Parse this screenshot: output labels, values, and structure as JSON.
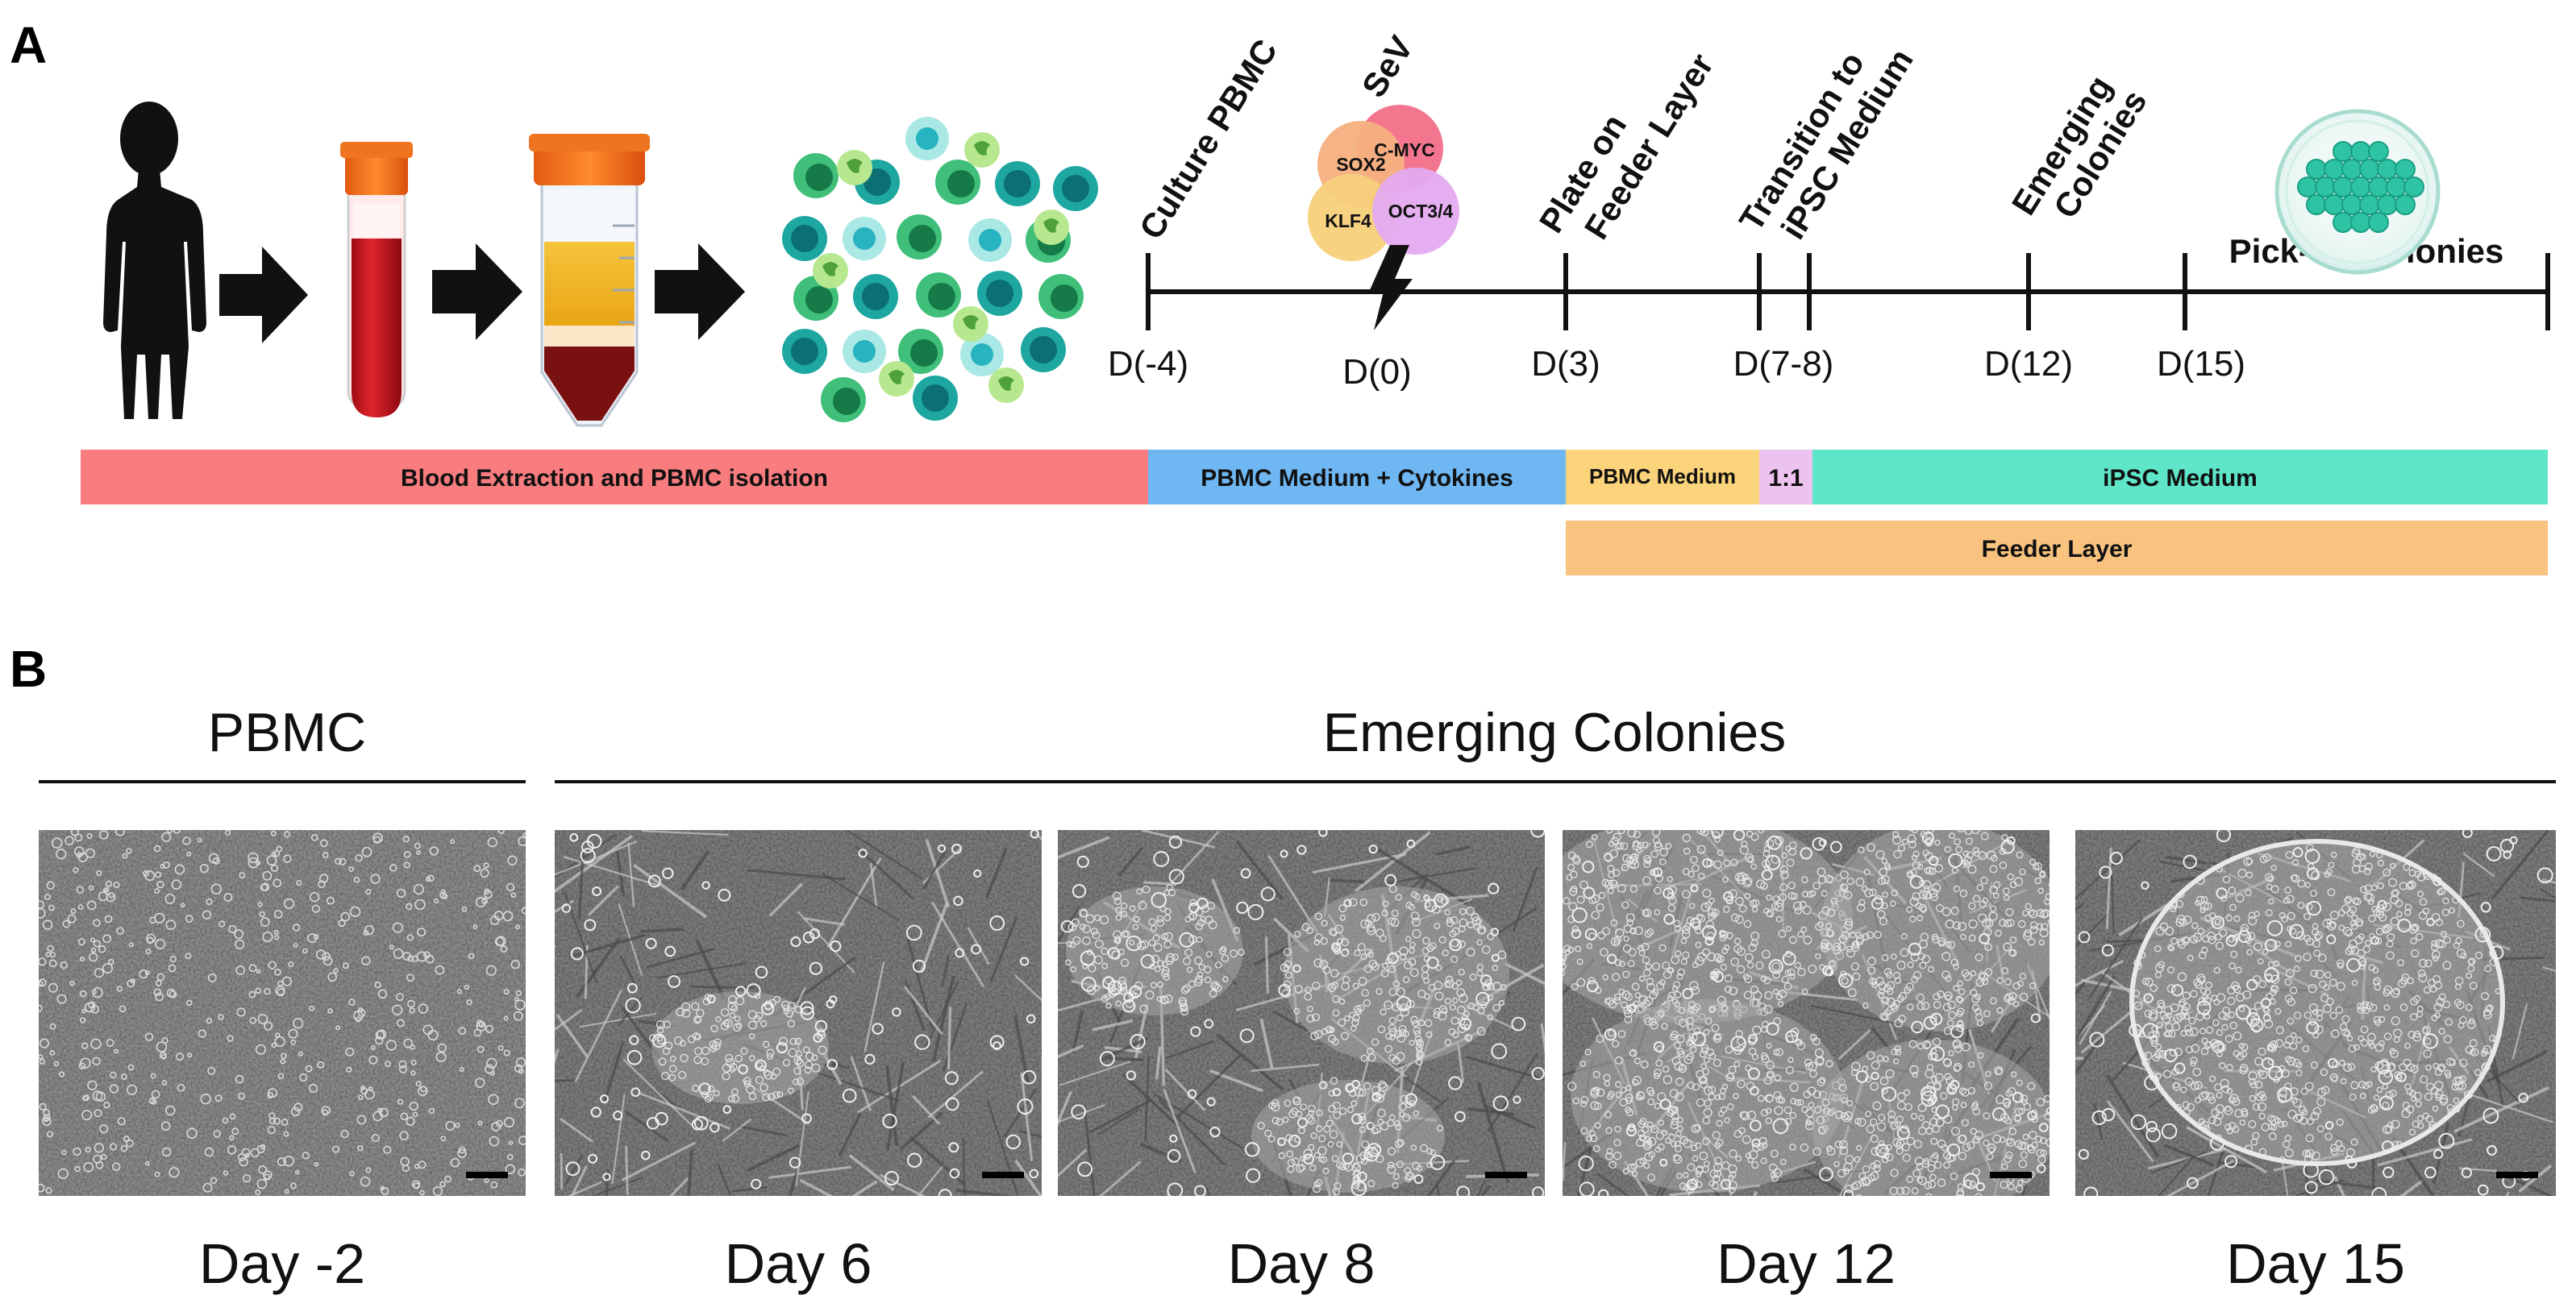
{
  "panel_a": {
    "letter": "A",
    "timeline": {
      "ticks": [
        {
          "day": "D(-4)",
          "event": "Culture PBMC",
          "event2": ""
        },
        {
          "day": "D(0)",
          "event": "SeV",
          "event2": ""
        },
        {
          "day": "D(3)",
          "event": "Plate on",
          "event2": "Feeder Layer"
        },
        {
          "day": "D(7-8)",
          "event": "Transition to",
          "event2": "iPSC Medium"
        },
        {
          "day": "D(12)",
          "event": "Emerging",
          "event2": "Colonies"
        },
        {
          "day": "D(15)",
          "event": "Pick-up Colonies",
          "event2": ""
        }
      ],
      "factors": [
        "SOX2",
        "C-MYC",
        "KLF4",
        "OCT3/4"
      ]
    },
    "bars": {
      "blood": "Blood Extraction and PBMC isolation",
      "pbmc_cytokines": "PBMC Medium + Cytokines",
      "pbmc_medium": "PBMC Medium",
      "ratio": "1:1",
      "ipsc_medium": "iPSC Medium",
      "feeder": "Feeder Layer"
    },
    "colors": {
      "blood_bar": "#f97c7e",
      "cytokine_bar": "#6fb7f2",
      "pbmc_medium_bar": "#fbd37a",
      "ratio_bar": "#ecc3ee",
      "ipsc_bar": "#5fe6c8",
      "feeder_bar": "#f9c27f",
      "sox2": "#f6b07f",
      "cmyc": "#f26f88",
      "klf4": "#f7d07a",
      "oct34": "#e4aaf0"
    }
  },
  "panel_b": {
    "letter": "B",
    "group_left": "PBMC",
    "group_right": "Emerging Colonies",
    "captions": [
      "Day -2",
      "Day 6",
      "Day 8",
      "Day 12",
      "Day 15"
    ]
  }
}
